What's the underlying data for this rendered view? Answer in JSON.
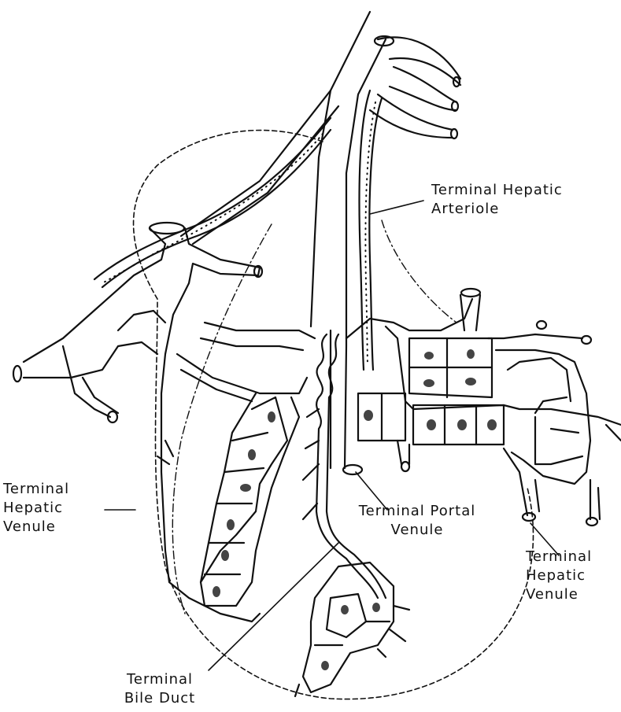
{
  "labels": {
    "hepatic_arteriole": {
      "line1": "Terminal Hepatic",
      "line2": "Arteriole"
    },
    "hepatic_venule_left": {
      "line1": "Terminal",
      "line2": "Hepatic",
      "line3": "Venule"
    },
    "portal_venule": {
      "line1": "Terminal Portal",
      "line2": "Venule"
    },
    "hepatic_venule_right": {
      "line1": "Terminal",
      "line2": "Hepatic",
      "line3": "Venule"
    },
    "bile_duct": {
      "line1": "Terminal",
      "line2": "Bile Duct"
    }
  },
  "colors": {
    "ink": "#111111",
    "background": "#ffffff"
  }
}
